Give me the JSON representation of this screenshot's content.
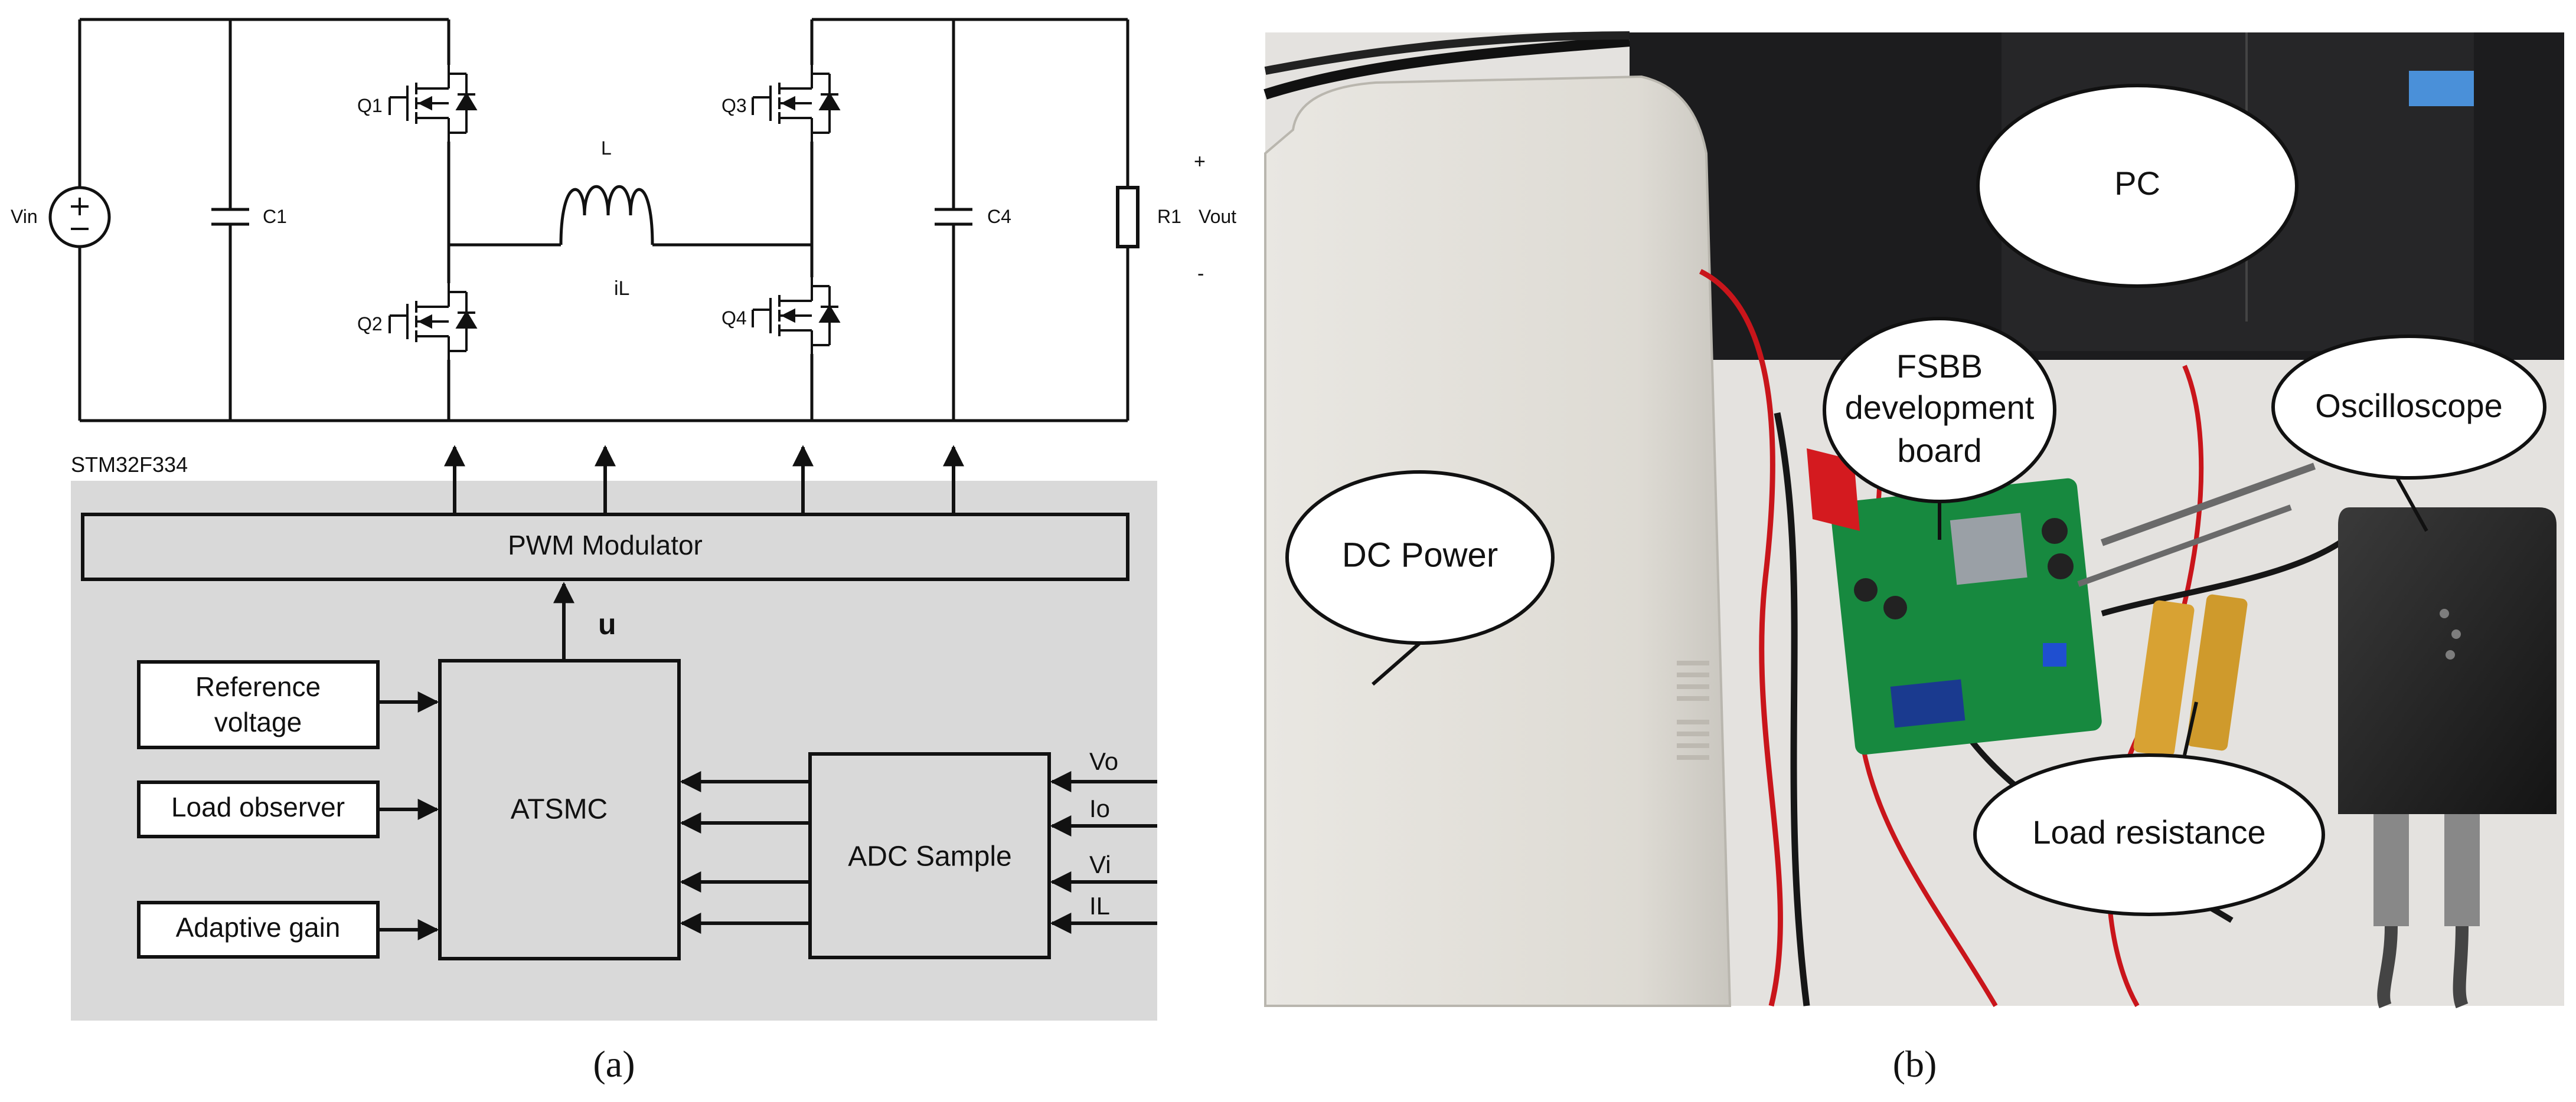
{
  "panel_a": {
    "caption": "(a)",
    "circuit": {
      "vin": "Vin",
      "c1": "C1",
      "q1": "Q1",
      "q2": "Q2",
      "q3": "Q3",
      "q4": "Q4",
      "inductor": "L",
      "inductor_current": "iL",
      "c4": "C4",
      "r1": "R1",
      "vout": "Vout",
      "plus": "+",
      "minus": "-"
    },
    "controller": {
      "mcu": "STM32F334",
      "pwm": "PWM Modulator",
      "u": "u",
      "ref_line1": "Reference",
      "ref_line2": "voltage",
      "load_observer": "Load observer",
      "adaptive_gain": "Adaptive gain",
      "atsmc": "ATSMC",
      "adc": "ADC Sample",
      "inputs": [
        "Vo",
        "Io",
        "Vi",
        "IL"
      ]
    }
  },
  "panel_b": {
    "caption": "(b)",
    "callouts": {
      "pc": "PC",
      "fsbb_1": "FSBB",
      "fsbb_2": "development",
      "fsbb_3": "board",
      "oscilloscope": "Oscilloscope",
      "dc_power": "DC Power",
      "load_resistance": "Load resistance"
    }
  }
}
